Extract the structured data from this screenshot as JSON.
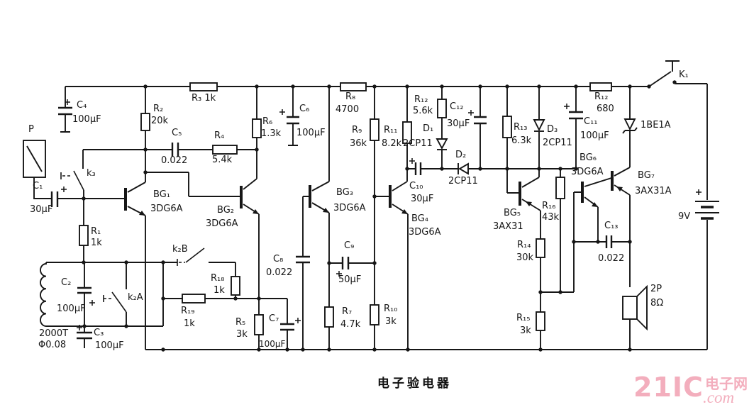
{
  "title": "电子验电器",
  "watermark": {
    "brand": "21IC",
    "cn": "电子网",
    "tld": ".com"
  },
  "colors": {
    "ink": "#161616",
    "paper": "#ffffff",
    "watermark_pink": "#f3aebd"
  },
  "labels": {
    "p": "P",
    "c1": "C₁",
    "c1_v": "30μF",
    "c2": "C₂",
    "c2_v": "100μF",
    "c3": "C₃",
    "c3_v": "100μF",
    "c4": "C₄",
    "c4_v": "100μF",
    "c5": "C₅",
    "c5_v": "0.022",
    "c6": "C₆",
    "c6_v": "100μF",
    "c7": "C₇",
    "c7_v": "100μF",
    "c8": "C₈",
    "c8_v": "0.022",
    "c9": "C₉",
    "c9_v": "50μF",
    "c10": "C₁₀",
    "c10_v": "30μF",
    "c11": "C₁₁",
    "c11_v": "100μF",
    "c12": "C₁₂",
    "c12_v": "30μF",
    "c13": "C₁₃",
    "c13_v": "0.022",
    "r1": "R₁",
    "r1_v": "1k",
    "r2": "R₂",
    "r2_v": "20k",
    "r3": "R₃ 1k",
    "r4": "R₄",
    "r4_v": "5.4k",
    "r5": "R₅",
    "r5_v": "3k",
    "r6": "R₆",
    "r6_v": "1.3k",
    "r7": "R₇",
    "r7_v": "4.7k",
    "r8": "R₈",
    "r8_v": "4700",
    "r9": "R₉",
    "r9_v": "36k",
    "r10": "R₁₀",
    "r10_v": "3k",
    "r11": "R₁₁",
    "r11_v": "8.2k",
    "r12": "R₁₂",
    "r12_v": "5.6k",
    "r13": "R₁₃",
    "r13_v": "6.3k",
    "r14": "R₁₄",
    "r14_v": "30k",
    "r15": "R₁₅",
    "r15_v": "3k",
    "r16": "R₁₆",
    "r16_v": "43k",
    "r17": "R₁₂",
    "r17_v": "680",
    "r18": "R₁₈",
    "r18_v": "1k",
    "r19": "R₁₉",
    "r19_v": "1k",
    "d1": "D₁",
    "d1_v": "2CP11",
    "d2": "D₂",
    "d2_v": "2CP11",
    "d3": "D₃",
    "d3_v": "2CP11",
    "zener": "1BE1A",
    "bg1": "BG₁",
    "bg1_v": "3DG6A",
    "bg2": "BG₂",
    "bg2_v": "3DG6A",
    "bg3": "BG₃",
    "bg3_v": "3DG6A",
    "bg4": "BG₄",
    "bg4_v": "3DG6A",
    "bg5": "BG₅",
    "bg5_v": "3AX31",
    "bg6": "BG₆",
    "bg6_v": "3DG6A",
    "bg7": "BG₇",
    "bg7_v": "3AX31A",
    "k1": "K₁",
    "k2a": "k₂A",
    "k2b": "k₂B",
    "k3": "k₃",
    "coil": "2000T",
    "coil_v": "Φ0.08",
    "battery": "9V",
    "speaker": "2P",
    "speaker_v": "8Ω"
  }
}
